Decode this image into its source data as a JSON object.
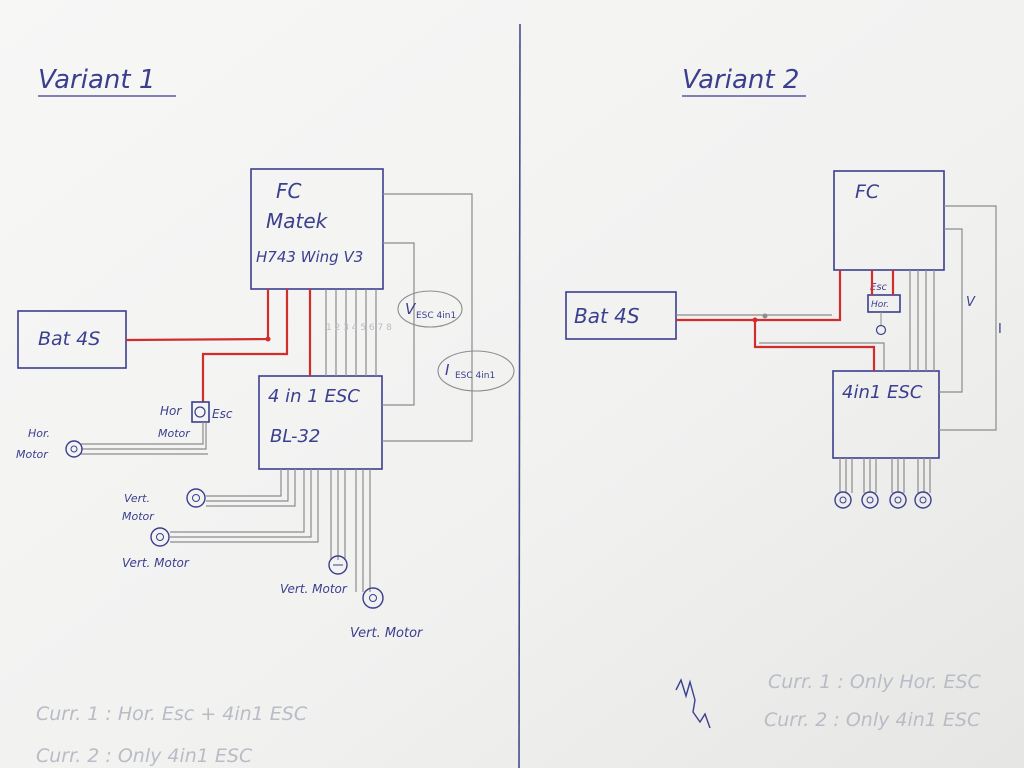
{
  "variant1": {
    "title": "Variant 1",
    "fc": {
      "line1": "FC",
      "line2": "Matek",
      "line3": "H743 Wing V3"
    },
    "battery": "Bat 4S",
    "esc4in1": {
      "line1": "4 in 1 ESC",
      "line2": "BL-32"
    },
    "hor_esc_label": "Hor",
    "hor_esc_box": "Esc",
    "hor_motor_fragment": "Motor",
    "hor_motor": {
      "line1": "Hor.",
      "line2": "Motor"
    },
    "vert_motor_a": {
      "line1": "Vert.",
      "line2": "Motor"
    },
    "vert_motor_b": "Vert. Motor",
    "vert_motor_c": "Vert. Motor",
    "vert_motor_d": "Vert. Motor",
    "pin_labels": "1 2 3 4 5 6 7 8",
    "v_esc": {
      "main": "V",
      "sub": "ESC 4in1"
    },
    "i_esc": {
      "main": "I",
      "sub": "ESC 4in1"
    },
    "notes": [
      "Curr. 1 :   Hor. Esc + 4in1 ESC",
      "Curr. 2 :   Only 4in1 ESC"
    ]
  },
  "variant2": {
    "title": "Variant 2",
    "fc": "FC",
    "battery": "Bat 4S",
    "esc_small": "Esc",
    "hor_small": "Hor.",
    "esc4in1": "4in1 ESC",
    "v_label": "V",
    "i_label": "I",
    "notes": [
      "Curr. 1 : Only Hor. ESC",
      "Curr. 2 : Only 4in1 ESC"
    ]
  },
  "colors": {
    "ink": "#3b3f8f",
    "red_wire": "#d22d2d",
    "gray_wire": "#8c8c8c",
    "paper": "#f4f4f2"
  }
}
